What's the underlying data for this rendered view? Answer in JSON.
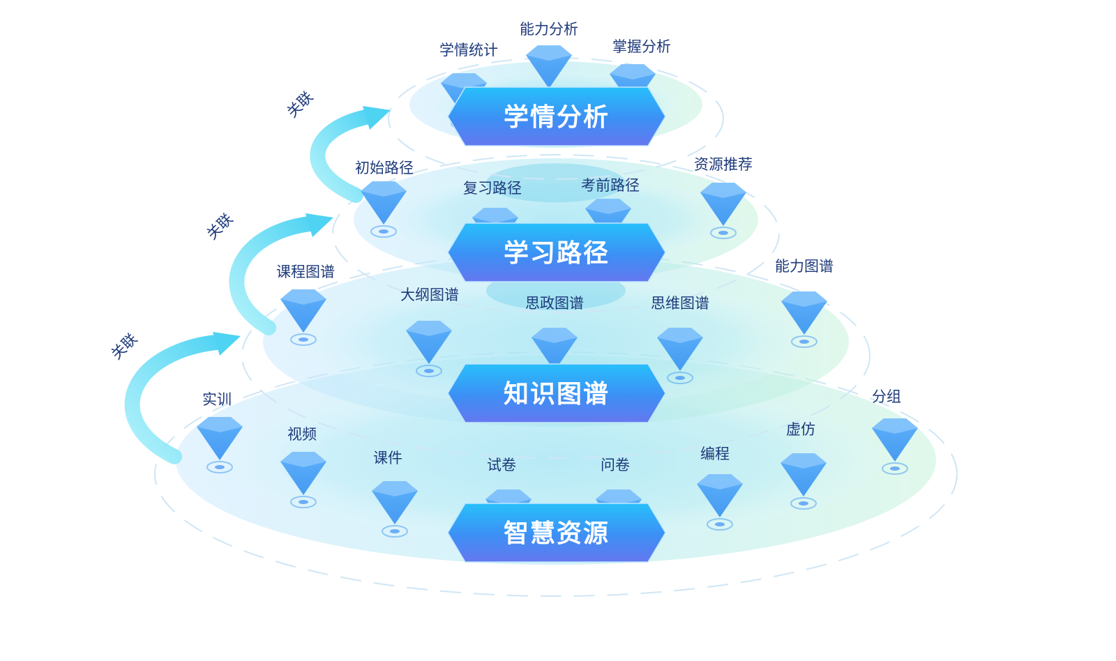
{
  "layers": [
    {
      "title": "学情分析",
      "items": [
        "学情统计",
        "能力分析",
        "掌握分析"
      ]
    },
    {
      "title": "学习路径",
      "items": [
        "初始路径",
        "复习路径",
        "考前路径",
        "资源推荐"
      ]
    },
    {
      "title": "知识图谱",
      "items": [
        "课程图谱",
        "大纲图谱",
        "思政图谱",
        "思维图谱",
        "能力图谱"
      ]
    },
    {
      "title": "智慧资源",
      "items": [
        "实训",
        "视频",
        "课件",
        "试卷",
        "问卷",
        "编程",
        "虚仿",
        "分组"
      ]
    }
  ],
  "relations": [
    "关联",
    "关联",
    "关联"
  ],
  "colors": {
    "banner_top": "#2fb8f8",
    "banner_bottom": "#5b7cf0",
    "marker": "#4a9ff5",
    "text": "#1e3a7a"
  }
}
